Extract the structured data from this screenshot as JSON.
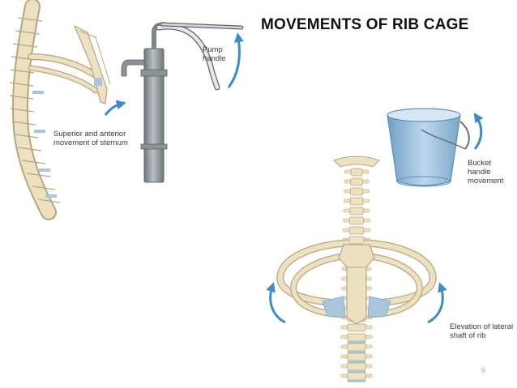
{
  "title": "MOVEMENTS OF RIB CAGE",
  "labels": {
    "pump_handle": [
      "Pump",
      "handle"
    ],
    "sternum_movement": [
      "Superior and anterior",
      "movement of sternum"
    ],
    "bucket_handle": [
      "Bucket",
      "handle",
      "movement"
    ],
    "lateral_shaft": [
      "Elevation of lateral",
      "shaft of rib"
    ]
  },
  "page_number": "9",
  "colors": {
    "bone": "#ece2c2",
    "bone_outline": "#b8a57e",
    "cartilage": "#a9c6dc",
    "arrow": "#3d8cc9",
    "metal": "#9aa2a6",
    "bucket": "#9ec4de"
  }
}
